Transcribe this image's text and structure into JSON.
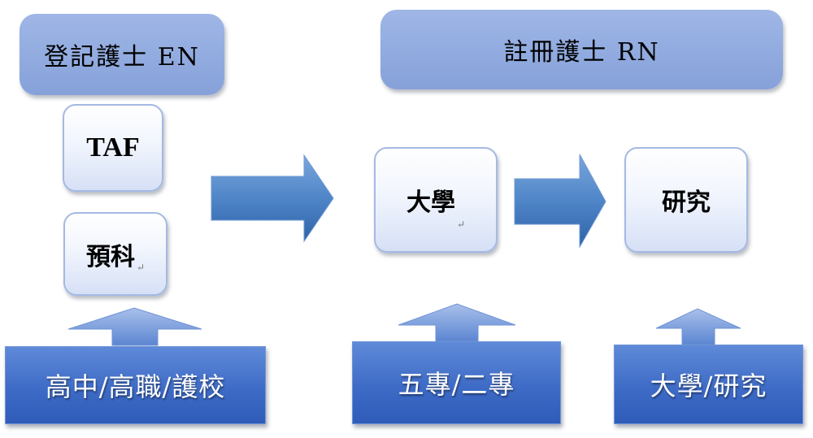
{
  "headers": {
    "en": "登記護士 EN",
    "rn": "註冊護士 RN"
  },
  "cards": {
    "taf": "TAF",
    "foundation": "預科",
    "university": "大學",
    "research": "研究"
  },
  "bases": {
    "secondary": "高中/高職/護校",
    "college": "五專/二專",
    "university_research": "大學/研究"
  },
  "colors": {
    "header_fill": "#90aadf",
    "card_border": "#a5b9e4",
    "base_fill": "#3e6bc6",
    "arrow_fill": "#4f86c8"
  }
}
